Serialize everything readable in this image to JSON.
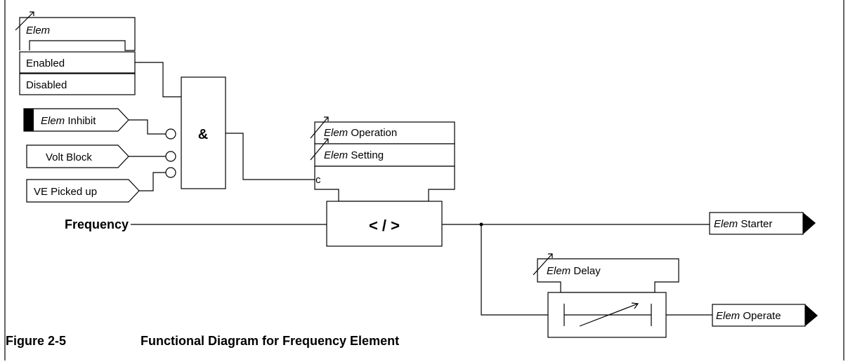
{
  "settings_block": {
    "title_prefix": "Elem",
    "options": [
      "Enabled",
      "Disabled"
    ]
  },
  "inputs": {
    "inhibit": {
      "prefix": "Elem",
      "suffix": " Inhibit"
    },
    "volt_block": "Volt Block",
    "ve_picked_up": "VE Picked up",
    "frequency": "Frequency"
  },
  "and_gate_symbol": "&",
  "operation_block": {
    "operation": {
      "prefix": "Elem",
      "suffix": " Operation"
    },
    "setting": {
      "prefix": "Elem",
      "suffix": " Setting"
    },
    "control_input": "c"
  },
  "comparator_symbol": "< / >",
  "delay_block": {
    "prefix": "Elem",
    "suffix": " Delay"
  },
  "outputs": {
    "starter": {
      "prefix": "Elem",
      "suffix": " Starter"
    },
    "operate": {
      "prefix": "Elem",
      "suffix": " Operate"
    }
  },
  "caption": {
    "number": "Figure 2-5",
    "title": "Functional Diagram for Frequency Element"
  }
}
